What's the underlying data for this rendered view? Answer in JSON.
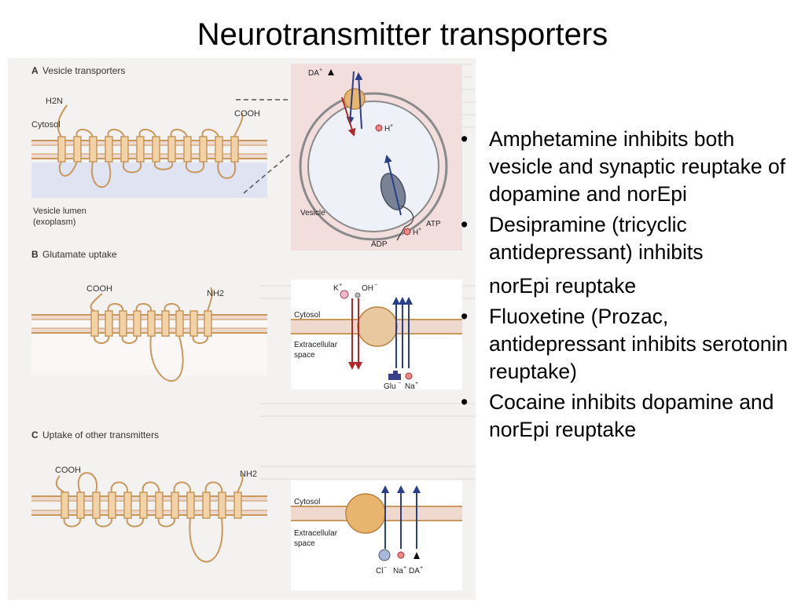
{
  "slide": {
    "title": "Neurotransmitter transporters"
  },
  "figure": {
    "panel_a": {
      "label": "A",
      "title": "Vesicle transporters",
      "h2n": "H2N",
      "cooh": "COOH",
      "cytosol": "Cytosol",
      "lumen_line1": "Vesicle lumen",
      "lumen_line2": "(exoplasm)",
      "da": "DA",
      "h_plus_top": "H",
      "h_plus_bottom": "H",
      "vesicle": "Vesicle",
      "atp": "ATP",
      "adp": "ADP"
    },
    "panel_b": {
      "label": "B",
      "title": "Glutamate uptake",
      "cooh": "COOH",
      "nh2": "NH2",
      "k_plus": "K",
      "oh_minus": "OH",
      "cytosol": "Cytosol",
      "extra_line1": "Extracellular",
      "extra_line2": "space",
      "glu": "Glu",
      "na": "Na"
    },
    "panel_c": {
      "label": "C",
      "title": "Uptake of other transmitters",
      "cooh": "COOH",
      "nh2": "NH2",
      "cytosol": "Cytosol",
      "extra_line1": "Extracellular",
      "extra_line2": "space",
      "cl": "Cl",
      "na": "Na",
      "da": "DA"
    },
    "colors": {
      "membrane": "#c8985c",
      "helix": "#f2d3a8",
      "vesicle_bg": "#f3dede",
      "lumen_band": "#dfe3f2",
      "red_arrow": "#b0282a",
      "blue_arrow": "#2a3f8a"
    }
  },
  "bullets": [
    {
      "icon": "bullet-dot",
      "lines": [
        "Amphetamine inhibits both vesicle and synaptic reuptake of dopamine and norEpi"
      ]
    },
    {
      "icon": "bullet-dot",
      "lines": [
        "Desipramine (tricyclic antidepressant) inhibits",
        "norEpi reuptake"
      ]
    },
    {
      "icon": "bullet-dot",
      "lines": [
        "Fluoxetine (Prozac, antidepressant inhibits serotonin reuptake)"
      ]
    },
    {
      "icon": "bullet-dot",
      "lines": [
        "Cocaine inhibits dopamine and norEpi reuptake"
      ]
    }
  ]
}
